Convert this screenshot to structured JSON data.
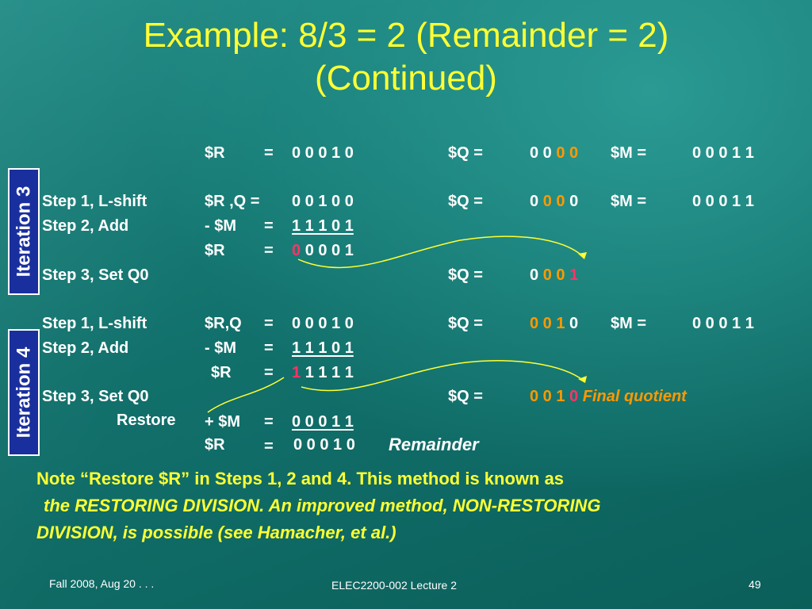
{
  "title": {
    "line1": "Example: 8/3 = 2 (Remainder = 2)",
    "line2": "(Continued)"
  },
  "iterations": {
    "three": "Iteration 3",
    "four": "Iteration 4"
  },
  "rows": {
    "r0": {
      "reg": "$R",
      "eq": "=",
      "val": "0 0 0 1 0",
      "q_lbl": "$Q =",
      "q_a": "0 0",
      "q_b": "0 0",
      "m_lbl": "$M =",
      "m_val": "0 0 0 1 1"
    },
    "r1": {
      "step": "Step 1, L-shift",
      "reg": "$R ,Q =",
      "val": "0 0 1 0 0",
      "q_lbl": "$Q =",
      "q_a": "0",
      "q_b": "0 0",
      "q_c": "0",
      "m_lbl": "$M =",
      "m_val": "0 0 0 1 1"
    },
    "r2": {
      "step": "Step 2, Add",
      "reg": "- $M",
      "eq": "=",
      "val": "1 1 1 0 1"
    },
    "r3": {
      "reg": "$R",
      "eq": "=",
      "val_a": "0",
      "val_b": "0 0 0 1"
    },
    "r4": {
      "step": "Step 3, Set Q0",
      "q_lbl": "$Q =",
      "q_a": "0",
      "q_b": "0 0",
      "q_c": "1"
    },
    "r5": {
      "step": "Step 1, L-shift",
      "reg": "$R,Q",
      "eq": "=",
      "val": "0 0 0 1 0",
      "q_lbl": "$Q =",
      "q_a": "0 0 1",
      "q_b": "0",
      "m_lbl": "$M =",
      "m_val": "0 0 0 1 1"
    },
    "r6": {
      "step": "Step 2, Add",
      "reg": "- $M",
      "eq": "=",
      "val": "1 1 1 0 1"
    },
    "r7": {
      "reg": "$R",
      "eq": "=",
      "val_a": "1",
      "val_b": "1 1 1 1"
    },
    "r8": {
      "step": "Step 3, Set Q0",
      "q_lbl": "$Q =",
      "q_a": "0 0 1",
      "q_b": "0",
      "q_note": "Final quotient"
    },
    "r9": {
      "step": "Restore",
      "reg": "+ $M",
      "eq": "=",
      "val": "0 0 0 1 1"
    },
    "r10": {
      "reg": "$R",
      "eq": "=",
      "val": "0 0 0 1 0",
      "note": "Remainder"
    }
  },
  "note": {
    "line1": "Note “Restore $R” in Steps 1, 2 and 4. This method is known as",
    "line2": "the RESTORING DIVISION. An improved method, NON-RESTORING",
    "line3": "DIVISION, is possible (see Hamacher, et al.)"
  },
  "footer": {
    "date": "Fall 2008, Aug 20 . . .",
    "course": "ELEC2200-002 Lecture 2",
    "page": "49"
  },
  "colors": {
    "title": "#ffff33",
    "highlight_orange": "#ff9900",
    "highlight_pink": "#ff3366",
    "badge": "#1a2f9e"
  }
}
